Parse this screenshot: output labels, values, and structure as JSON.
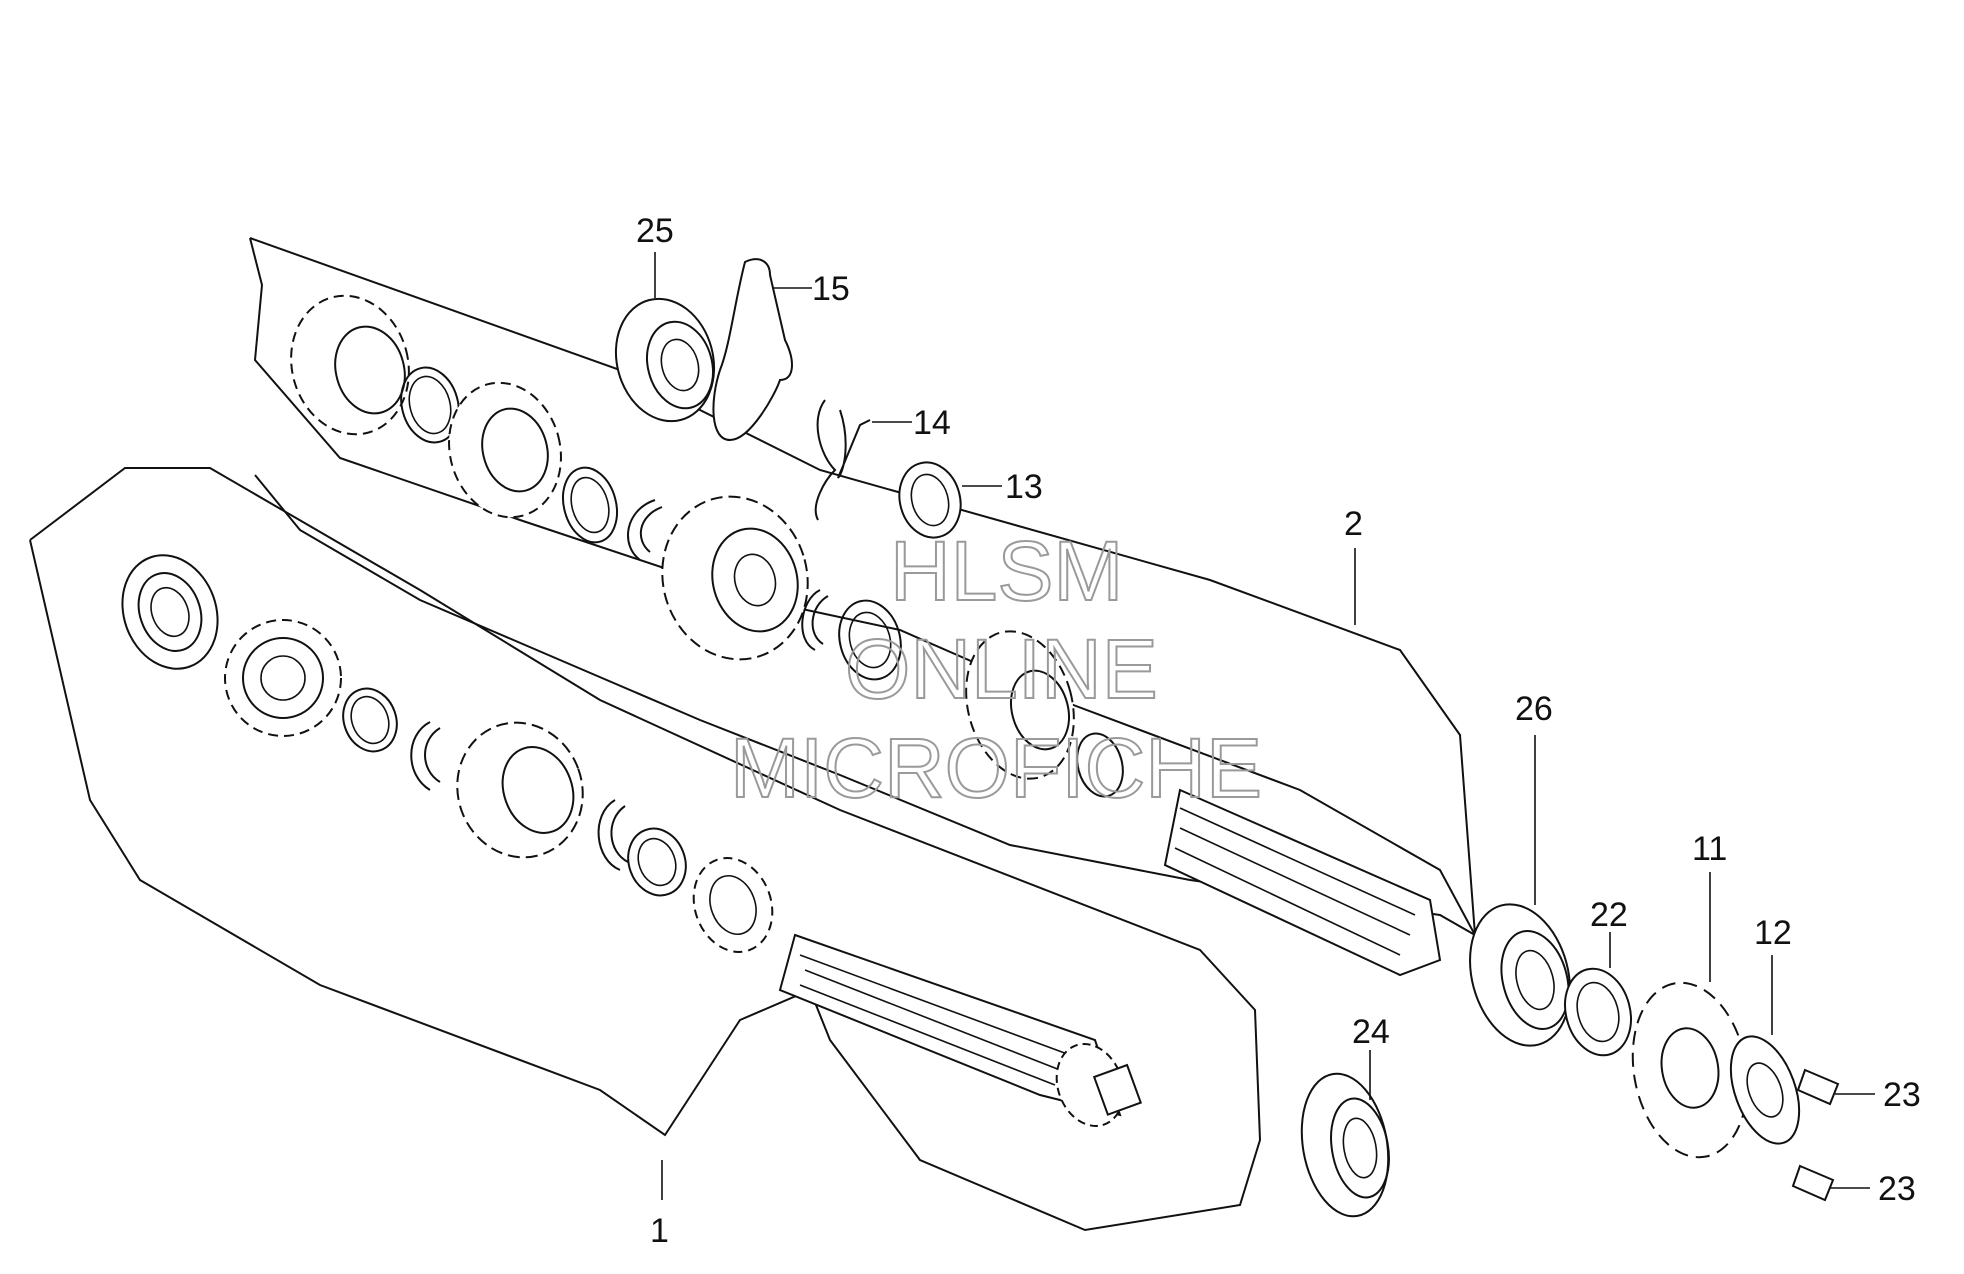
{
  "watermark": {
    "line1": "HLSM",
    "line2": "ONLINE",
    "line3": "MICROFICHE",
    "color": "#9a9a9a"
  },
  "callouts": [
    "1",
    "2",
    "11",
    "12",
    "13",
    "14",
    "15",
    "22",
    "23",
    "23",
    "24",
    "25",
    "26"
  ],
  "colors": {
    "ink": "#111111",
    "background": "#ffffff"
  }
}
